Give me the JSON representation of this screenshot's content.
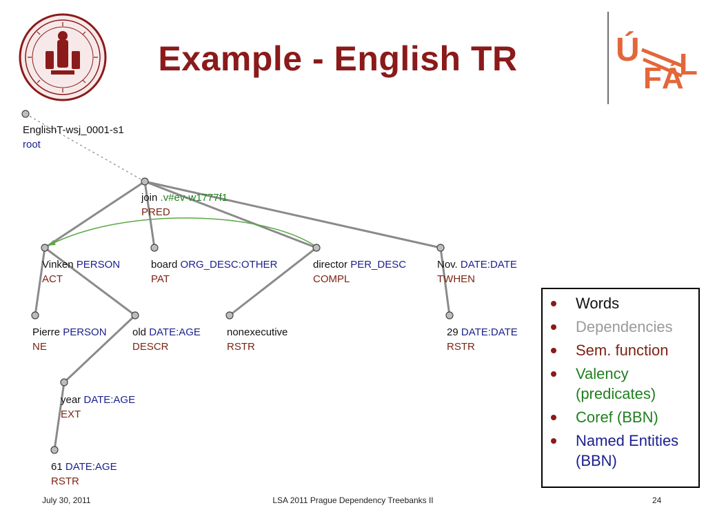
{
  "title": "Example - English TR",
  "logo": {
    "text": "ÚFAL"
  },
  "colors": {
    "title": "#8b1a1a",
    "word": "#111111",
    "entity": "#1a1f8c",
    "valency": "#1f7f1f",
    "function": "#7a2412",
    "edge": "#8a8a8a",
    "coref": "#5aa845",
    "dependencies_legend": "#9a9a9a",
    "bullet": "#8b1a1a"
  },
  "tree": {
    "root": {
      "id": "EnglishT-wsj_0001-s1",
      "label": "root"
    },
    "nodes": [
      {
        "key": "join",
        "word": "join",
        "valency": ".v#ev-w1777f1",
        "func": "PRED"
      },
      {
        "key": "vinken",
        "word": "Vinken",
        "entity": "PERSON",
        "func": "ACT"
      },
      {
        "key": "board",
        "word": "board",
        "entity": "ORG_DESC:OTHER",
        "func": "PAT"
      },
      {
        "key": "director",
        "word": "director",
        "entity": "PER_DESC",
        "func": "COMPL"
      },
      {
        "key": "nov",
        "word": "Nov.",
        "entity": "DATE:DATE",
        "func": "TWHEN"
      },
      {
        "key": "pierre",
        "word": "Pierre",
        "entity": "PERSON",
        "func": "NE"
      },
      {
        "key": "old",
        "word": "old",
        "entity": "DATE:AGE",
        "func": "DESCR"
      },
      {
        "key": "nonexecutive",
        "word": "nonexecutive",
        "func": "RSTR"
      },
      {
        "key": "d29",
        "word": "29",
        "entity": "DATE:DATE",
        "func": "RSTR"
      },
      {
        "key": "year",
        "word": "year",
        "entity": "DATE:AGE",
        "func": "EXT"
      },
      {
        "key": "d61",
        "word": "61",
        "entity": "DATE:AGE",
        "func": "RSTR"
      }
    ],
    "edges": [
      [
        "root",
        "join"
      ],
      [
        "join",
        "vinken"
      ],
      [
        "join",
        "board"
      ],
      [
        "join",
        "director"
      ],
      [
        "join",
        "nov"
      ],
      [
        "vinken",
        "pierre"
      ],
      [
        "vinken",
        "old"
      ],
      [
        "director",
        "nonexecutive"
      ],
      [
        "nov",
        "d29"
      ],
      [
        "old",
        "year"
      ],
      [
        "year",
        "d61"
      ]
    ],
    "coref": [
      "director",
      "vinken"
    ]
  },
  "legend": [
    {
      "label": "Words",
      "color": "#111111"
    },
    {
      "label": "Dependencies",
      "color": "#9a9a9a"
    },
    {
      "label": "Sem. function",
      "color": "#7a2412"
    },
    {
      "label": "Valency (predicates)",
      "color": "#1f7f1f"
    },
    {
      "label": "Coref (BBN)",
      "color": "#1f7f1f"
    },
    {
      "label": "Named Entities (BBN)",
      "color": "#1a1f8c"
    }
  ],
  "footer": {
    "date": "July 30, 2011",
    "center": "LSA 2011 Prague Dependency Treebanks II",
    "page": "24"
  }
}
